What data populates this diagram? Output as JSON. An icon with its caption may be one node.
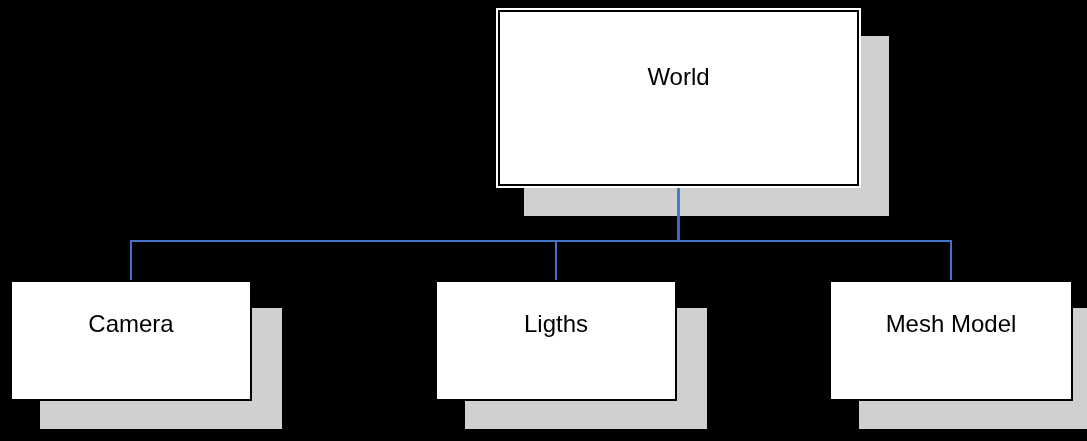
{
  "diagram": {
    "nodes": [
      {
        "text": [
          "World"
        ]
      },
      {
        "text": [
          "Camera"
        ]
      },
      {
        "text": [
          "Ligths"
        ]
      },
      {
        "text": [
          "Mesh Model"
        ]
      }
    ],
    "edges": [
      {
        "from": 0,
        "to": 1,
        "arrow": "none"
      },
      {
        "from": 0,
        "to": 2,
        "arrow": "none"
      },
      {
        "from": 0,
        "to": 3,
        "arrow": "none"
      }
    ]
  }
}
